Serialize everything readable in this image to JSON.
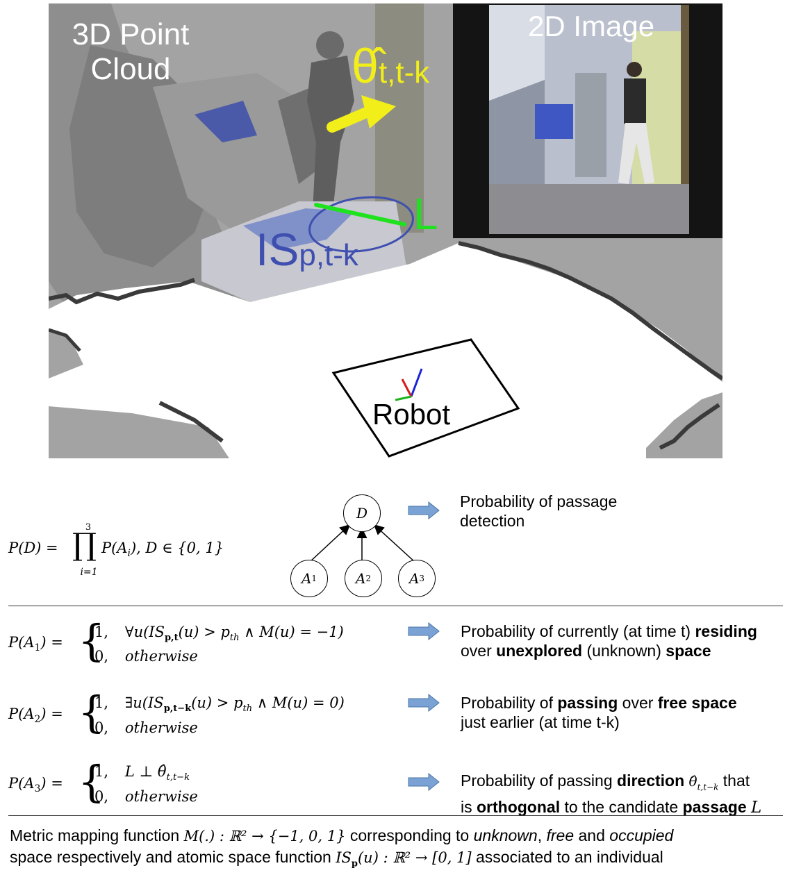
{
  "figure": {
    "label_point_cloud_line1": "3D Point",
    "label_point_cloud_line2": "Cloud",
    "label_2d_image": "2D Image",
    "label_theta": "θ̂",
    "label_theta_sub": "t,t-k",
    "label_L": "L",
    "label_IS": "IS",
    "label_IS_sub": "p,t-k",
    "label_robot": "Robot",
    "colors": {
      "theta": "#f2ee1a",
      "L": "#1fe21f",
      "IS": "#3e4fb0",
      "floor": "#ffffff",
      "unknown": "#a3a3a3",
      "occupied": "#3a3a3a"
    }
  },
  "bayes": {
    "equation_lhs": "P(D) = ",
    "equation_prod_top": "3",
    "equation_prod_bottom": "i=1",
    "equation_rhs": "P(A",
    "equation_rhs_sub": "i",
    "equation_rhs_tail": "), D ∈ {0, 1}",
    "node_D": "D",
    "node_A1": "A",
    "node_A1_sub": "1",
    "node_A2": "A",
    "node_A2_sub": "2",
    "node_A3": "A",
    "node_A3_sub": "3",
    "desc_line1": "Probability of passage",
    "desc_line2": "detection"
  },
  "conditions": [
    {
      "lhs": "P(A",
      "lhs_sub": "1",
      "lhs_tail": ") =",
      "case1_val": "1,",
      "case1_expr": "∀u(IS",
      "case1_sub": "p,t",
      "case1_tail": "(u) > p",
      "case1_sub2": "th",
      "case1_tail2": " ∧ M(u) = −1)",
      "case2_val": "0,",
      "case2_expr": "otherwise",
      "desc_l1_a": "Probability of currently (at time t) ",
      "desc_l1_b": "residing",
      "desc_l2_a": "over ",
      "desc_l2_b": "unexplored",
      "desc_l2_c": " (unknown) ",
      "desc_l2_d": "space"
    },
    {
      "lhs": "P(A",
      "lhs_sub": "2",
      "lhs_tail": ") =",
      "case1_val": "1,",
      "case1_expr": "∃u(IS",
      "case1_sub": "p,t−k",
      "case1_tail": "(u) > p",
      "case1_sub2": "th",
      "case1_tail2": " ∧ M(u) = 0)",
      "case2_val": "0,",
      "case2_expr": "otherwise",
      "desc_l1_a": "Probability of ",
      "desc_l1_b": "passing",
      "desc_l1_c": " over ",
      "desc_l1_d": "free space",
      "desc_l2_a": "just earlier (at time t-k)"
    },
    {
      "lhs": "P(A",
      "lhs_sub": "3",
      "lhs_tail": ") =",
      "case1_val": "1,",
      "case1_expr": "L ⊥ θ̂",
      "case1_sub": "t,t−k",
      "case2_val": "0,",
      "case2_expr": "otherwise",
      "desc_l1_a": "Probability of passing ",
      "desc_l1_b": "direction",
      "desc_l1_math": "θ̂",
      "desc_l1_math_sub": "t,t−k",
      "desc_l1_c": " that",
      "desc_l2_a": "is ",
      "desc_l2_b": "orthogonal",
      "desc_l2_c": " to the candidate ",
      "desc_l2_d": "passage",
      "desc_l2_math": "L"
    }
  ],
  "footer": {
    "l1_a": "Metric mapping function ",
    "l1_math": "M(.) : ℝ² → {−1, 0, 1}",
    "l1_b": "  corresponding to ",
    "l1_i1": "unknown",
    "l1_c": ", ",
    "l1_i2": "free",
    "l1_d": " and ",
    "l1_i3": "occupied",
    "l2_a": "space respectively and atomic space function ",
    "l2_math": "IS",
    "l2_math_sub": "p",
    "l2_math_tail": "(u) : ℝ² → [0, 1]",
    "l2_b": " associated to an individual"
  }
}
